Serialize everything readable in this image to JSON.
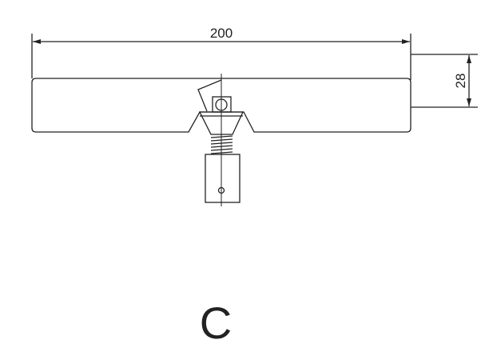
{
  "drawing": {
    "width_dimension": "200",
    "height_dimension": "28",
    "label": "C",
    "line_color": "#222222"
  }
}
